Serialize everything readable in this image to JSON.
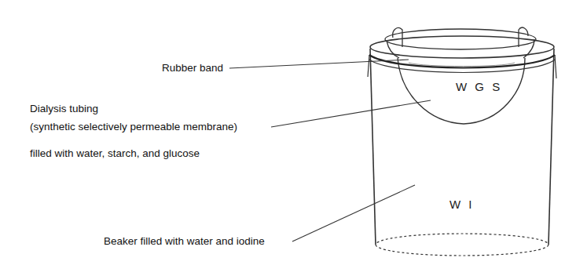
{
  "diagram": {
    "nodes": [
      {
        "text": [
          "W I"
        ]
      },
      {
        "text": [
          "W G S"
        ],
        "in": 0
      }
    ],
    "labels": [
      "Rubber band",
      "Dialysis tubing",
      "(synthetic selectively permeable membrane)",
      "filled with water, starch, and glucose",
      "Beaker filled with water and iodine"
    ]
  }
}
